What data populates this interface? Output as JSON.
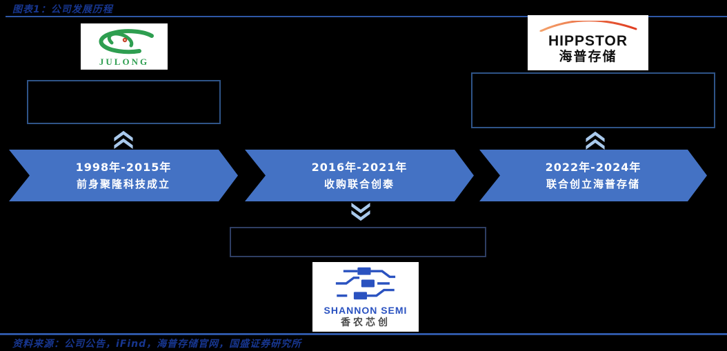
{
  "header": {
    "title": "图表1：公司发展历程"
  },
  "timeline": {
    "stages": [
      {
        "period": "1998年-2015年",
        "event": "前身聚隆科技成立"
      },
      {
        "period": "2016年-2021年",
        "event": "收购联合创泰"
      },
      {
        "period": "2022年-2024年",
        "event": "联合创立海普存储"
      }
    ]
  },
  "logos": {
    "julong": {
      "name": "JULONG"
    },
    "hippstor": {
      "name": "HIPPSTOR",
      "subtitle": "海普存储"
    },
    "shannon": {
      "name": "SHANNON SEMI",
      "subtitle": "香农芯创"
    }
  },
  "icons": {
    "julong_mark": "green-galaxy-swirl",
    "hippstor_mark": "orange-arc",
    "shannon_mark": "blue-circuit-s",
    "connectors": [
      "chevron-up-icon",
      "chevron-down-icon",
      "chevron-up-icon"
    ]
  },
  "footer": {
    "source": "资料来源：公司公告，iFind，海普存储官网，国盛证券研究所"
  },
  "colors": {
    "background": "#000000",
    "banner_fill": "#4472C4",
    "banner_text": "#FFFFFF",
    "chevron_fill": "#A9C9EC",
    "callout_border": "#2F5488",
    "callout_border_dark": "#2E3E63",
    "accent_navy": "#17368F",
    "rule_blue": "#2E57A6",
    "julong_green": "#2E9E50",
    "julong_center_red": "#C4402A",
    "hippstor_arc_start": "#F4A26B",
    "hippstor_arc_end": "#E03C20",
    "shannon_blue": "#2A52C0"
  }
}
